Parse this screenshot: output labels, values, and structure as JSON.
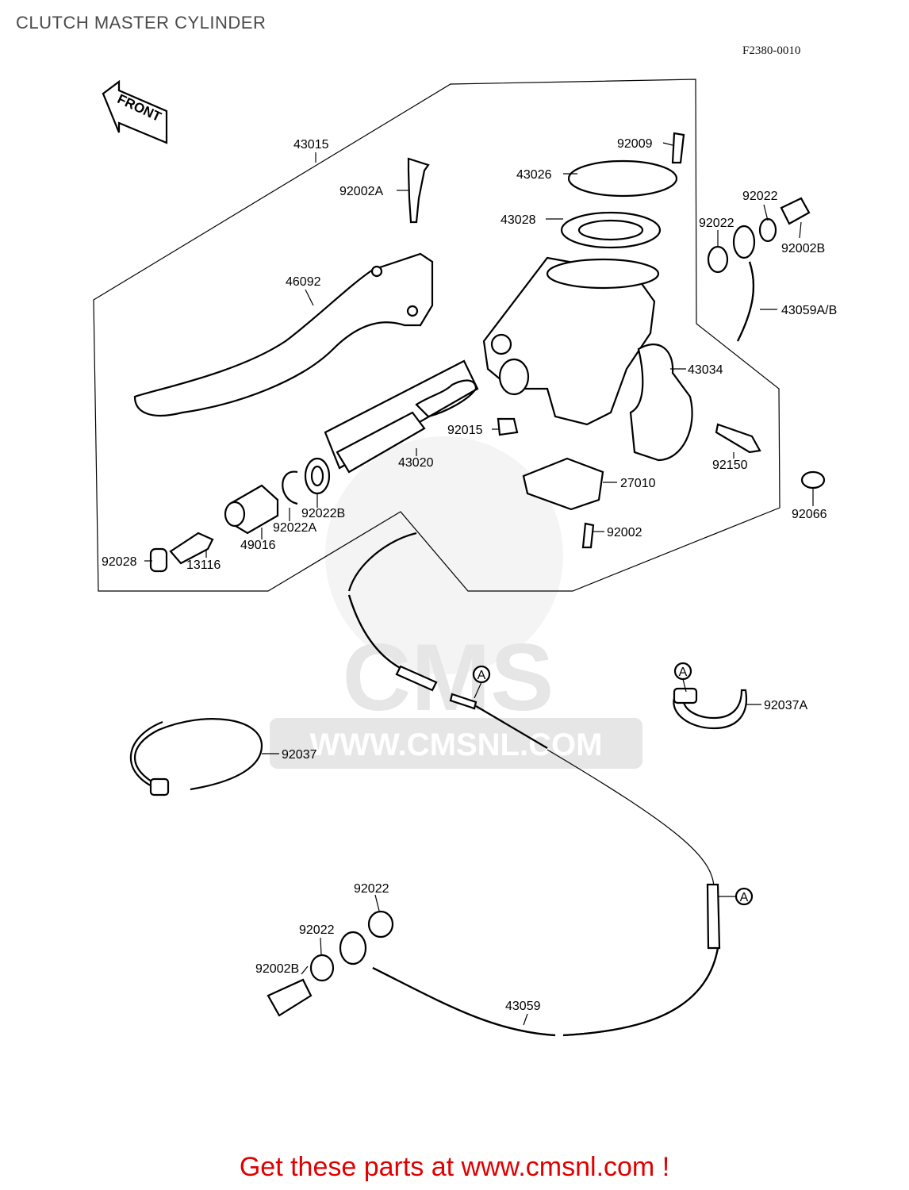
{
  "title": "CLUTCH MASTER CYLINDER",
  "diagram_code": "F2380-0010",
  "front_label": "FRONT",
  "ref_marker": "A",
  "watermark": {
    "brand": "CMS",
    "url": "WWW.CMSNL.COM"
  },
  "footer": "Get these parts at www.cmsnl.com !",
  "footer_color": "#e00000",
  "parts": {
    "p43015": "43015",
    "p92002A": "92002A",
    "p92009": "92009",
    "p43026": "43026",
    "p92022_top": "92022",
    "p43028": "43028",
    "p92022_mid": "92022",
    "p92002B_top": "92002B",
    "p46092": "46092",
    "p43059AB": "43059A/B",
    "p43034": "43034",
    "p92015": "92015",
    "p43020": "43020",
    "p92150": "92150",
    "p27010": "27010",
    "p92022B": "92022B",
    "p92022A": "92022A",
    "p92066": "92066",
    "p49016": "49016",
    "p92002": "92002",
    "p92028": "92028",
    "p13116": "13116",
    "p92037A": "92037A",
    "p92037": "92037",
    "p92022_low1": "92022",
    "p92022_low2": "92022",
    "p92002B_low": "92002B",
    "p43059": "43059"
  }
}
